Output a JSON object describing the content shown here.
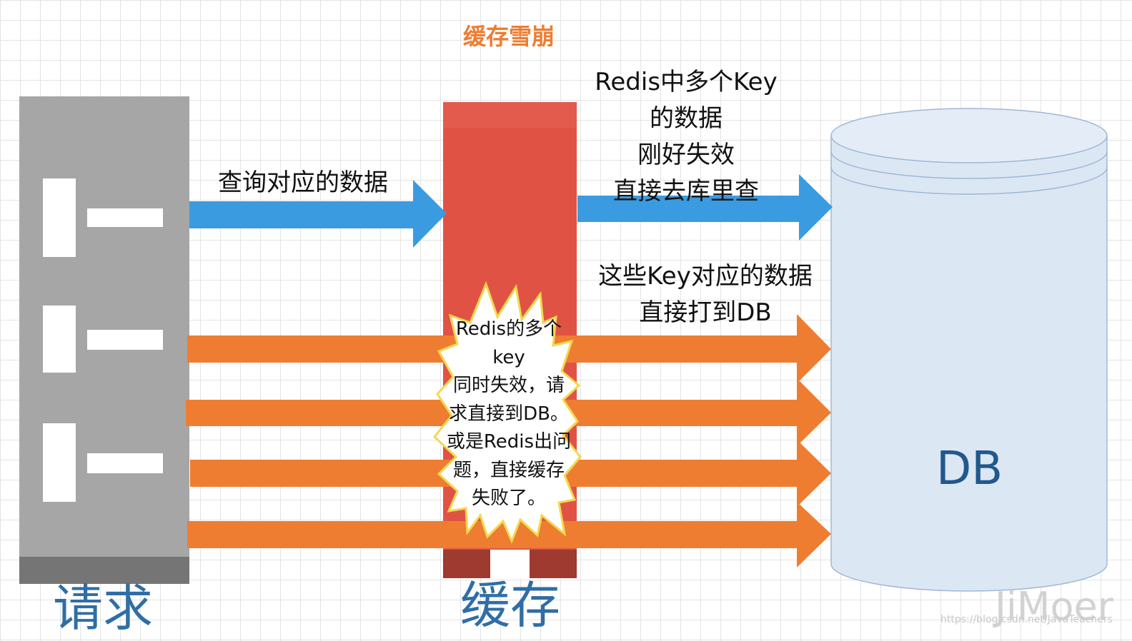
{
  "title": "缓存雪崩",
  "request_label": "请求",
  "cache_label": "缓存",
  "db_label": "DB",
  "query_label": "查询对应的数据",
  "top_note": [
    "Redis中多个Key",
    "的数据",
    "刚好失效",
    "直接去库里查"
  ],
  "bottom_note": [
    "这些Key对应的数据",
    "直接打到DB"
  ],
  "burst_note": [
    "Redis的多个",
    "key",
    "同时失效，请",
    "求直接到DB。",
    "或是Redis出问",
    "题，直接缓存",
    "失败了。"
  ],
  "watermark_url": "https://blog.csdn.net/JavaTeachers",
  "watermark_brand": "JiMoer",
  "colors": {
    "title": "#ee7d31",
    "server": "#a6a6a6",
    "server_base": "#757575",
    "cache": "#e05344",
    "cache_base": "#9e3a2f",
    "arrow_query": "#3a9be0",
    "arrow_flood": "#ee7d31",
    "db_fill": "#dce7f4",
    "db_stroke": "#9fb8d4",
    "label_blue": "#2f6ea5"
  }
}
